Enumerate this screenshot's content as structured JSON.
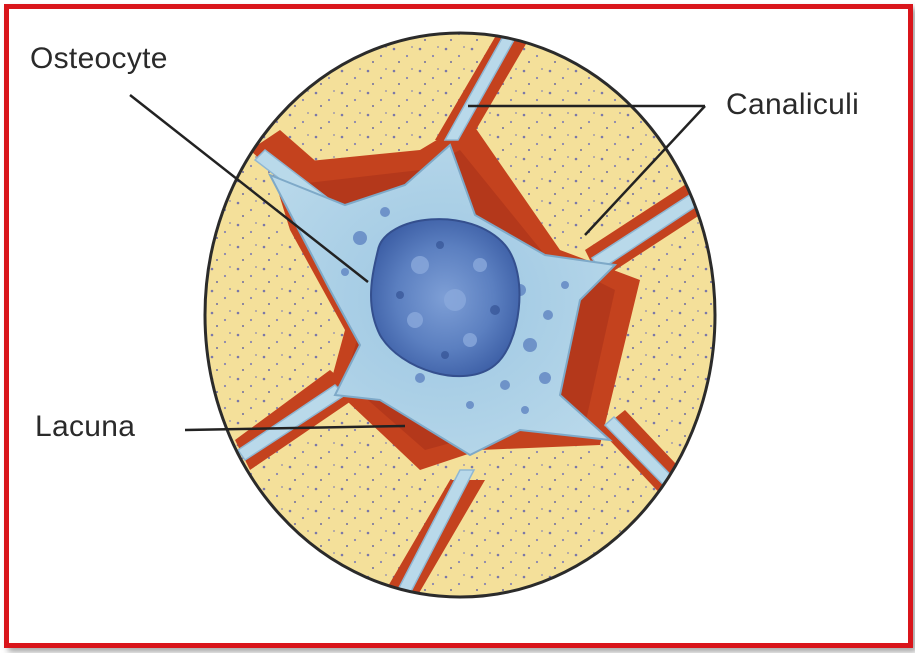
{
  "labels": {
    "osteocyte": "Osteocyte",
    "canaliculi": "Canaliculi",
    "lacuna": "Lacuna"
  },
  "colors": {
    "frame": "#d9151b",
    "matrix": "#f4e09a",
    "lacuna_wall": "#c4421e",
    "cytoplasm": "#a9cde3",
    "nucleus": "#4f75b8"
  }
}
